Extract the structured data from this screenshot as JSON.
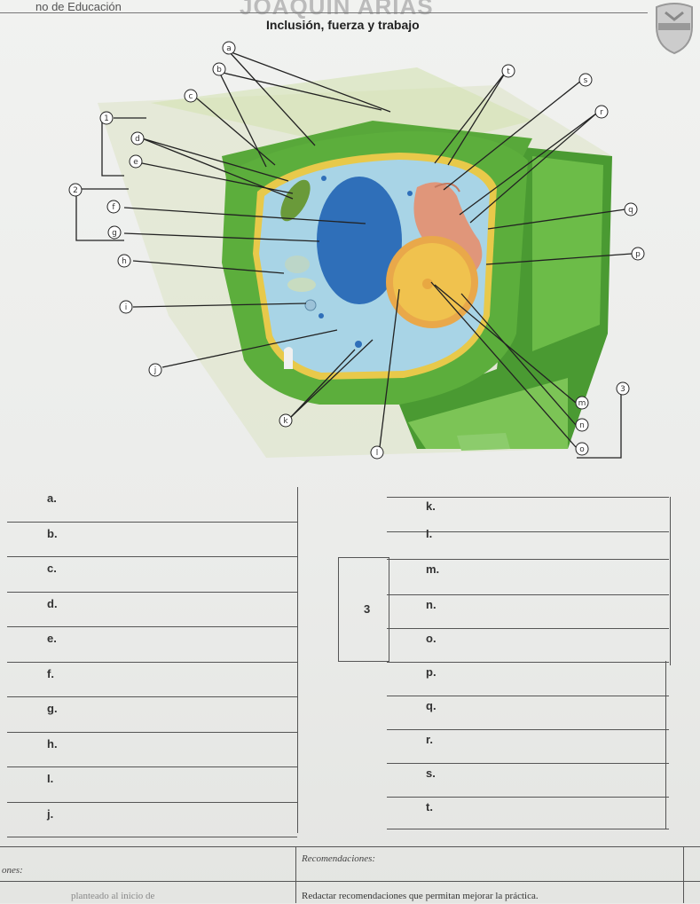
{
  "header": {
    "left": "no de Educación",
    "title": "JOAQUÍN ARIAS",
    "subtitle": "Inclusión, fuerza y trabajo"
  },
  "diagram": {
    "labels": [
      "a",
      "b",
      "c",
      "d",
      "e",
      "f",
      "g",
      "h",
      "i",
      "j",
      "k",
      "l",
      "m",
      "n",
      "o",
      "p",
      "q",
      "r",
      "s",
      "t"
    ],
    "groups": [
      "1",
      "2",
      "3"
    ]
  },
  "left_items": [
    "a.",
    "b.",
    "c.",
    "d.",
    "e.",
    "f.",
    "g.",
    "h.",
    "I.",
    "j."
  ],
  "right_items": {
    "k": "k.",
    "l": "I.",
    "m": "m.",
    "n": "n.",
    "o": "o.",
    "p": "p.",
    "q": "q.",
    "r": "r.",
    "s": "s.",
    "t": "t."
  },
  "group3_label": "3",
  "footer": {
    "left_label": "ones:",
    "recommendations_label": "Recomendaciones:",
    "left_text": "planteado al inicio de",
    "right_text": "Redactar recomendaciones que permitan mejorar la práctica."
  },
  "colors": {
    "wall_green": "#5cae3c",
    "cytoplasm_blue": "#a8d4e6",
    "vacuole_blue": "#2f6fb9",
    "nucleus_yellow": "#f0c24e",
    "er_salmon": "#e0967a"
  }
}
